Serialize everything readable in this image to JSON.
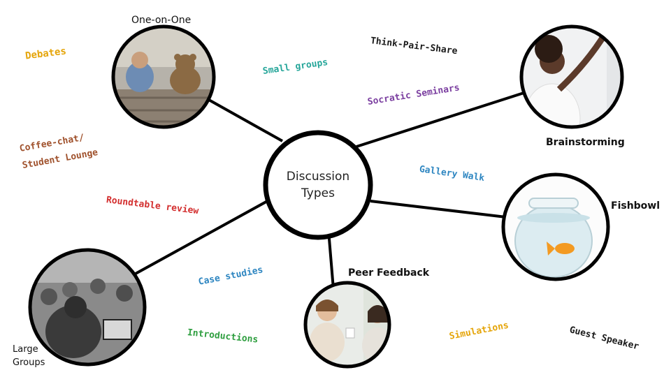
{
  "center": {
    "line1": "Discussion",
    "line2": "Types"
  },
  "photos": {
    "one_on_one": {
      "caption": "One-on-One"
    },
    "brainstorming": {
      "caption": "Brainstorming"
    },
    "fishbowl": {
      "caption": "Fishbowl"
    },
    "large_groups": {
      "caption_line1": "Large",
      "caption_line2": "Groups"
    },
    "peer_feedback": {
      "caption": "Peer Feedback"
    }
  },
  "types": [
    {
      "text": "Debates",
      "color": "#e5a50a"
    },
    {
      "text": "Think-Pair-Share",
      "color": "#1a1a1a"
    },
    {
      "text": "Small groups",
      "color": "#26a69a"
    },
    {
      "text": "Socratic Seminars",
      "color": "#7b3fa0"
    },
    {
      "text": "Coffee-chat/",
      "color": "#a0522d"
    },
    {
      "text": "Student Lounge",
      "color": "#a0522d"
    },
    {
      "text": "Gallery Walk",
      "color": "#2e86c1"
    },
    {
      "text": "Roundtable review",
      "color": "#d32f2f"
    },
    {
      "text": "Case studies",
      "color": "#2e86c1"
    },
    {
      "text": "Introductions",
      "color": "#2e9e3f"
    },
    {
      "text": "Simulations",
      "color": "#e5a50a"
    },
    {
      "text": "Guest Speaker",
      "color": "#1a1a1a"
    }
  ]
}
